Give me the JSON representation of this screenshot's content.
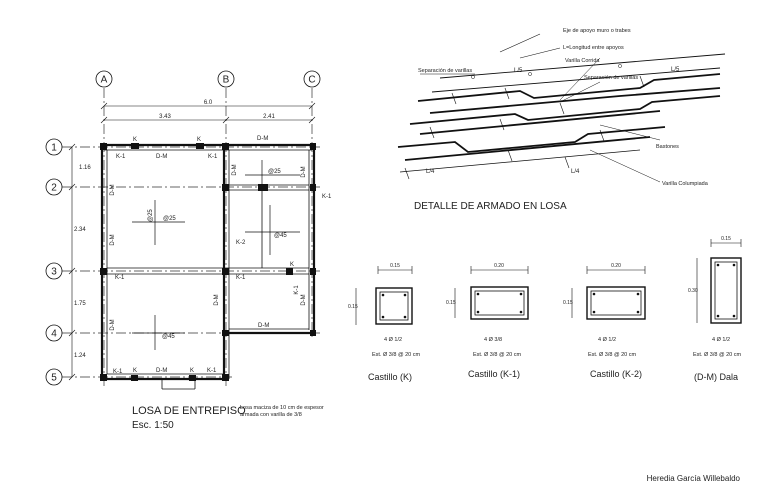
{
  "plan": {
    "axes_letters": [
      "A",
      "B",
      "C"
    ],
    "axes_numbers": [
      "1",
      "2",
      "3",
      "4",
      "5"
    ],
    "dim_total": "6.0",
    "dim_ab": "3.43",
    "dim_bc": "2.41",
    "dim_12": "1.16",
    "dim_23": "2.34",
    "dim_34": "1.75",
    "dim_45": "1.24",
    "label_k": "K",
    "label_k1": "K-1",
    "label_k2": "K-2",
    "label_dm": "D-M",
    "label_at25": "@25",
    "label_at45": "@45",
    "title": "LOSA DE ENTREPISO",
    "scale": "Esc. 1:50",
    "note_line1": "Losa maciza de 10 cm de espesor",
    "note_line2": "armada con varilla de 3/8"
  },
  "detail": {
    "title": "DETALLE DE ARMADO EN LOSA",
    "eje": "Eje de apoyo muro o trabes",
    "longitud": "L=Longitud entre apoyos",
    "separacion": "Separación de varillas",
    "l5": "L/5",
    "l4": "L/4",
    "varilla_corrida": "Varilla Corrida",
    "bastones": "Bastones",
    "varilla_columpiada": "Varilla Columpiada"
  },
  "sections": [
    {
      "name": "Castillo (K)",
      "dim_w": "0.15",
      "dim_h": "0.15",
      "bars": "4 Ø 1/2",
      "stirrups": "Est. Ø 3/8 @ 20 cm"
    },
    {
      "name": "Castillo (K-1)",
      "dim_w": "0.20",
      "dim_h": "0.15",
      "bars": "4 Ø 3/8",
      "stirrups": "Est. Ø 3/8 @ 20 cm"
    },
    {
      "name": "Castillo (K-2)",
      "dim_w": "0.20",
      "dim_h": "0.15",
      "bars": "4 Ø 1/2",
      "stirrups": "Est. Ø 3/8 @ 20 cm"
    },
    {
      "name": "(D-M) Dala",
      "dim_w": "0.15",
      "dim_h": "0.30",
      "bars": "4 Ø 1/2",
      "stirrups": "Est. Ø 3/8 @ 20 cm"
    }
  ],
  "author": "Heredia García Willebaldo"
}
